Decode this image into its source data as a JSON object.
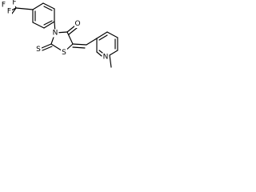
{
  "molecule": {
    "atoms": {
      "f_top": "F",
      "f_mid": "F",
      "f_left": "F",
      "carbonyl_o": "O",
      "ring_n": "N",
      "thione_s": "S",
      "ring_s": "S",
      "pyridine_n": "N"
    }
  },
  "colors": {
    "ink": "#000000",
    "background": "#ffffff"
  }
}
